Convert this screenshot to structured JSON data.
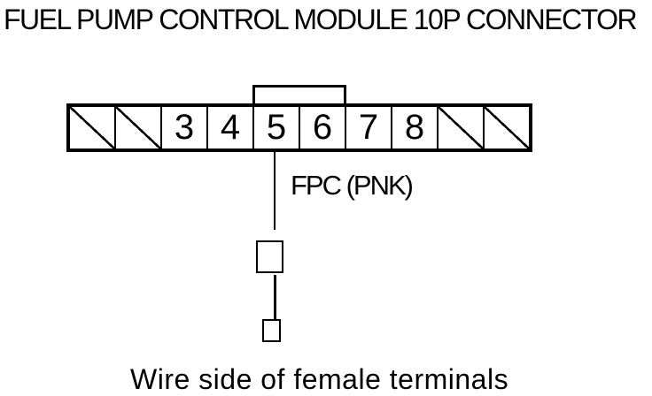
{
  "page": {
    "background_color": "#ffffff",
    "line_color": "#000000"
  },
  "title": "FUEL PUMP CONTROL MODULE 10P CONNECTOR",
  "connector": {
    "pins": [
      {
        "label": "",
        "slashed": true
      },
      {
        "label": "",
        "slashed": true
      },
      {
        "label": "3",
        "slashed": false
      },
      {
        "label": "4",
        "slashed": false
      },
      {
        "label": "5",
        "slashed": false
      },
      {
        "label": "6",
        "slashed": false
      },
      {
        "label": "7",
        "slashed": false
      },
      {
        "label": "8",
        "slashed": false
      },
      {
        "label": "",
        "slashed": true
      },
      {
        "label": "",
        "slashed": true
      }
    ]
  },
  "wire": {
    "label": "FPC (PNK)",
    "from_pin": "5"
  },
  "caption": "Wire side of female terminals"
}
